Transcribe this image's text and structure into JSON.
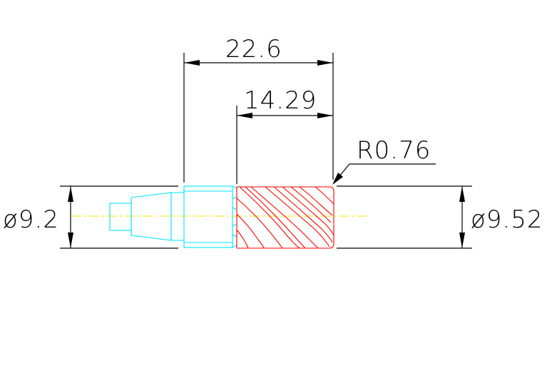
{
  "drawing": {
    "dimensions": {
      "overall_length": "22.6",
      "flute_length": "14.29",
      "corner_radius": "R0.76",
      "shank_diameter": "ø9.2",
      "cutting_diameter": "ø9.52"
    },
    "colors": {
      "shank": "#00e5ff",
      "flute": "#ff0000",
      "centerline": "#ffe100",
      "dimension": "#000000",
      "background": "#ffffff"
    }
  }
}
